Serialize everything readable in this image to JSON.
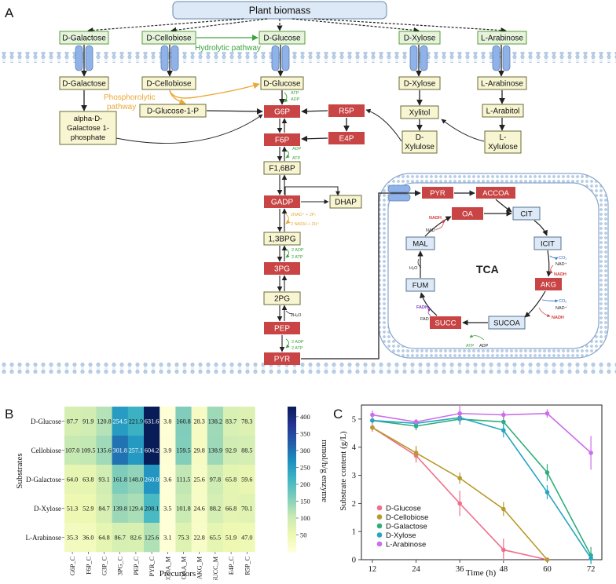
{
  "colors": {
    "green_box_fill": "#e6f4dc",
    "green_box_stroke": "#5a9a3c",
    "yellow_box_fill": "#f8f5d2",
    "yellow_box_stroke": "#6a6a3a",
    "red_box_fill": "#c94545",
    "blue_box_fill": "#dde9f6",
    "blue_box_stroke": "#54708f",
    "hydrolytic_green": "#3aa43a",
    "phosphorolytic_orange": "#eaa838",
    "membrane_blue": "#aac8e8",
    "transporter_blue": "#8fb2e8"
  },
  "panel_a": {
    "label": "A",
    "source": "Plant biomass",
    "top_sugars": [
      "D-Galactose",
      "D-Cellobiose",
      "D-Glucose",
      "D-Xylose",
      "L-Arabinose"
    ],
    "inner_sugars": [
      "D-Galactose",
      "D-Cellobiose",
      "D-Glucose",
      "D-Xylose",
      "L-Arabinose"
    ],
    "hydrolytic": "Hydrolytic pathway",
    "phosphorolytic": [
      "Phosphorolytic",
      "pathway"
    ],
    "glucose_1p": "D-Glucose-1-P",
    "gal1p": [
      "alpha-D-",
      "Galactose 1-",
      "phosphate"
    ],
    "xylitol": "Xylitol",
    "arabitol": "L-Arabitol",
    "xylulose": [
      "D-",
      "Xylulose"
    ],
    "l_xylulose": [
      "L-",
      "Xylulose"
    ],
    "glycolysis": [
      "G6P",
      "F6P",
      "F1,6BP",
      "GADP",
      "1,3BPG",
      "3PG",
      "2PG",
      "PEP",
      "PYR"
    ],
    "ppp": [
      "R5P",
      "E4P"
    ],
    "dhap": "DHAP",
    "cofactors": {
      "c1": [
        "ATP",
        "ADP"
      ],
      "c2": [
        "ADP",
        "ATP"
      ],
      "c3": [
        "2NAD⁺ + 2Pᵢ",
        "2 NADH + 2H⁺"
      ],
      "c4": [
        "2 ADP",
        "2 ATP"
      ],
      "c5": "2H₂O",
      "c6": [
        "2 ADP",
        "2 ATP"
      ]
    },
    "mito": {
      "pyr": "PYR",
      "accoa": "ACCOA",
      "oa": "OA",
      "cit": "CIT",
      "icit": "ICIT",
      "akg": "AKG",
      "sucoa": "SUCOA",
      "succ": "SUCC",
      "fum": "FUM",
      "mal": "MAL",
      "tca": "TCA",
      "nadh": "NADH",
      "nad": "NAD⁺",
      "h2o": "H₂O",
      "co2": "CO₂",
      "fadh2": "FADH₂",
      "fad": "FAD",
      "atp": "ATP",
      "adp": "ADP"
    }
  },
  "panel_b": {
    "label": "B",
    "ylabel": "Substrates",
    "xlabel": "Precursors",
    "colorbar_label": "mmol/h/g enzyme",
    "colorbar_ticks": [
      50,
      100,
      150,
      200,
      250,
      300,
      350,
      400
    ]
  },
  "panel_c": {
    "label": "C",
    "ylabel": "Substrate content (g/L)",
    "xlabel": "Time (h)"
  },
  "chart_data": [
    {
      "type": "heatmap",
      "rows": [
        "D-Glucose",
        "Cellobiose",
        "D-Galactose",
        "D-Xylose",
        "L-Arabinose"
      ],
      "columns": [
        "G6P_C",
        "F6P_C",
        "G3P_C",
        "3PG_C",
        "PEP_C",
        "PYR_C",
        "ACCOA_M",
        "OAA_M",
        "AKG_M",
        "SUCC_M",
        "E4P_C",
        "R5P_C"
      ],
      "values": [
        [
          87.7,
          91.9,
          120.8,
          254.5,
          221.9,
          631.6,
          3.8,
          160.8,
          28.3,
          138.2,
          83.7,
          78.3
        ],
        [
          107.0,
          109.5,
          135.6,
          301.8,
          257.1,
          604.2,
          3.9,
          159.5,
          29.8,
          138.9,
          92.9,
          88.5
        ],
        [
          64.0,
          63.8,
          93.1,
          161.8,
          148.0,
          260.8,
          3.6,
          111.5,
          25.6,
          97.8,
          65.8,
          59.6
        ],
        [
          51.3,
          52.9,
          84.7,
          139.8,
          129.4,
          208.1,
          3.5,
          101.8,
          24.6,
          88.2,
          66.8,
          70.1
        ],
        [
          35.3,
          36.0,
          64.8,
          86.7,
          82.6,
          125.6,
          3.1,
          75.3,
          22.8,
          65.5,
          51.9,
          47.0
        ]
      ],
      "color_range": [
        0,
        430
      ],
      "colormap": [
        "#ffffd9",
        "#edf8b1",
        "#c7e9b4",
        "#7fcdbb",
        "#41b6c4",
        "#1d91c0",
        "#225ea8",
        "#253494",
        "#081d58"
      ],
      "xlabel": "Precursors",
      "ylabel": "Substrates",
      "colorbar_label": "mmol/h/g enzyme"
    },
    {
      "type": "line",
      "x": [
        12,
        24,
        36,
        48,
        60,
        72
      ],
      "xlabel": "Time (h)",
      "ylabel": "Substrate content (g/L)",
      "ylim": [
        0,
        5.5
      ],
      "yticks": [
        0,
        1,
        2,
        3,
        4,
        5
      ],
      "legend_position": "bottom-left",
      "series": [
        {
          "name": "D-Glucose",
          "color": "#f06f8a",
          "x": [
            12,
            24,
            36,
            48,
            60
          ],
          "values": [
            4.7,
            3.7,
            2.0,
            0.35,
            0.0
          ],
          "err": [
            0.15,
            0.25,
            0.45,
            0.4,
            0.0
          ]
        },
        {
          "name": "D-Cellobiose",
          "color": "#b89a2e",
          "x": [
            12,
            24,
            36,
            48,
            60
          ],
          "values": [
            4.7,
            3.8,
            2.9,
            1.8,
            0.0
          ],
          "err": [
            0.1,
            0.25,
            0.2,
            0.25,
            0.0
          ]
        },
        {
          "name": "D-Galactose",
          "color": "#2fae7b",
          "x": [
            12,
            24,
            36,
            48,
            60,
            72
          ],
          "values": [
            4.95,
            4.75,
            5.0,
            4.9,
            3.1,
            0.15
          ],
          "err": [
            0.1,
            0.15,
            0.15,
            0.2,
            0.3,
            0.3
          ]
        },
        {
          "name": "D-Xylose",
          "color": "#27a6c2",
          "x": [
            12,
            24,
            36,
            48,
            60,
            72
          ],
          "values": [
            4.95,
            4.85,
            5.05,
            4.6,
            2.4,
            0.05
          ],
          "err": [
            0.1,
            0.15,
            0.25,
            0.25,
            0.25,
            0.2
          ]
        },
        {
          "name": "L-Arabinose",
          "color": "#cc6ee8",
          "x": [
            12,
            24,
            36,
            48,
            60,
            72
          ],
          "values": [
            5.15,
            4.9,
            5.2,
            5.15,
            5.2,
            3.8
          ],
          "err": [
            0.15,
            0.1,
            0.3,
            0.15,
            0.15,
            0.6
          ]
        }
      ]
    }
  ]
}
